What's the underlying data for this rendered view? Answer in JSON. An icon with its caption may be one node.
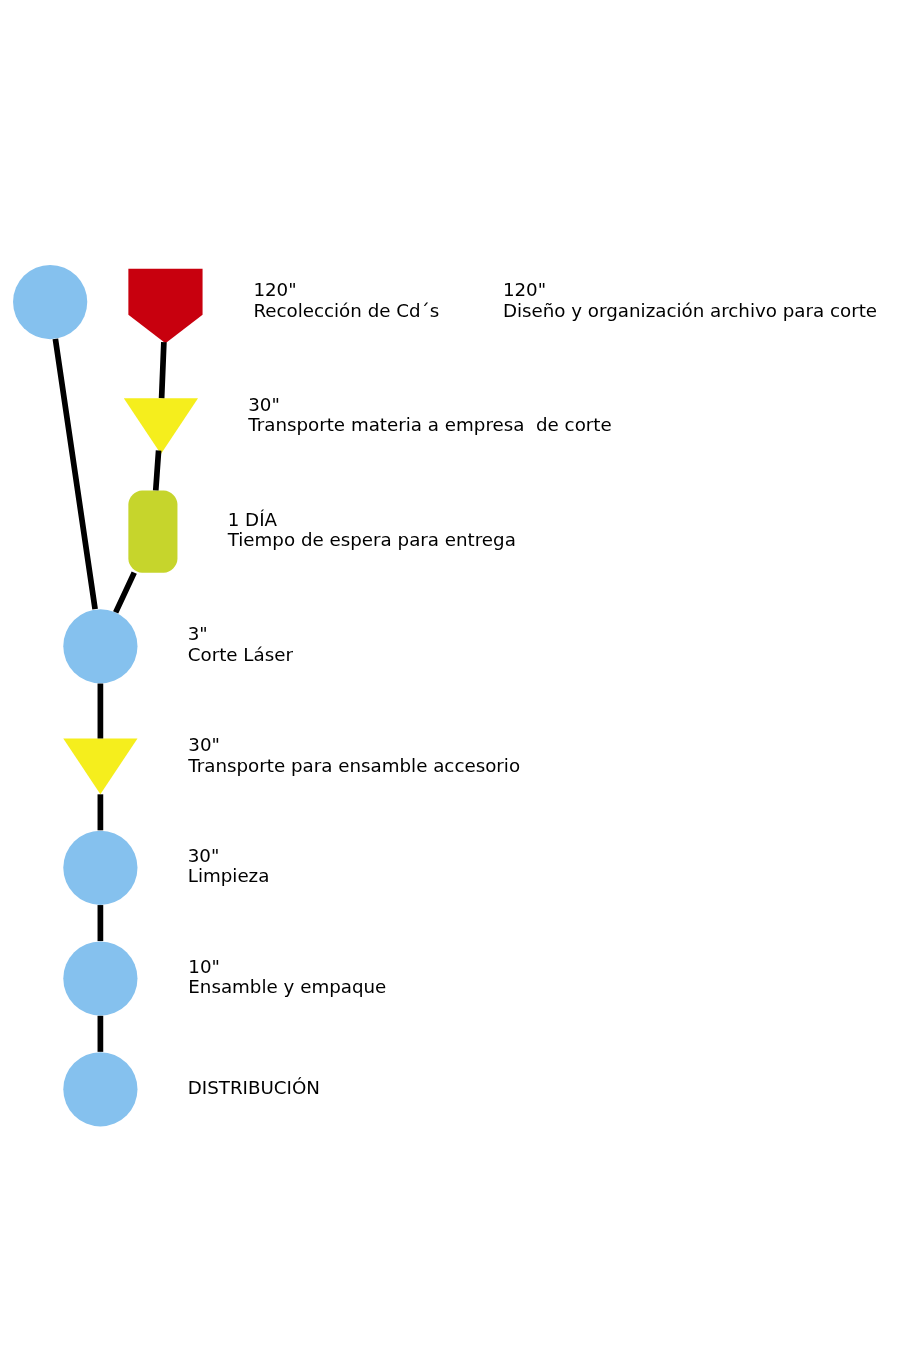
{
  "diagram": {
    "nodes": [
      {
        "text": [],
        "shape": "circle",
        "beside": [
          "120\"",
          "Diseño y organización archivo para corte"
        ]
      },
      {
        "text": [],
        "shape": "pentagon",
        "beside": [
          "120\"",
          "Recolección de Cd´s"
        ]
      },
      {
        "text": [],
        "shape": "arrow",
        "beside": [
          "30\"",
          "Transporte materia a empresa  de corte"
        ]
      },
      {
        "text": [],
        "shape": "semicircle",
        "beside": [
          "1 DÍA",
          "Tiempo de espera para entrega"
        ]
      },
      {
        "text": [],
        "shape": "circle",
        "beside": [
          "3\"",
          "Corte Láser"
        ]
      },
      {
        "text": [],
        "shape": "arrow",
        "beside": [
          "30\"",
          "Transporte para ensamble accesorio"
        ]
      },
      {
        "text": [],
        "shape": "circle",
        "beside": [
          "30\"",
          "Limpieza"
        ]
      },
      {
        "text": [],
        "shape": "circle",
        "beside": [
          "10\"",
          "Ensamble y empaque"
        ]
      },
      {
        "text": [],
        "shape": "circle",
        "beside": [
          "DISTRIBUCIÓN"
        ]
      }
    ],
    "edges": [
      {
        "from": 1,
        "to": 2,
        "arrow": "none"
      },
      {
        "from": 2,
        "to": 3,
        "arrow": "none"
      },
      {
        "from": 3,
        "to": 4,
        "arrow": "none"
      },
      {
        "from": 0,
        "to": 4,
        "arrow": "none"
      },
      {
        "from": 4,
        "to": 5,
        "arrow": "none"
      },
      {
        "from": 5,
        "to": 6,
        "arrow": "none"
      },
      {
        "from": 6,
        "to": 7,
        "arrow": "none"
      },
      {
        "from": 7,
        "to": 8,
        "arrow": "none"
      }
    ]
  }
}
